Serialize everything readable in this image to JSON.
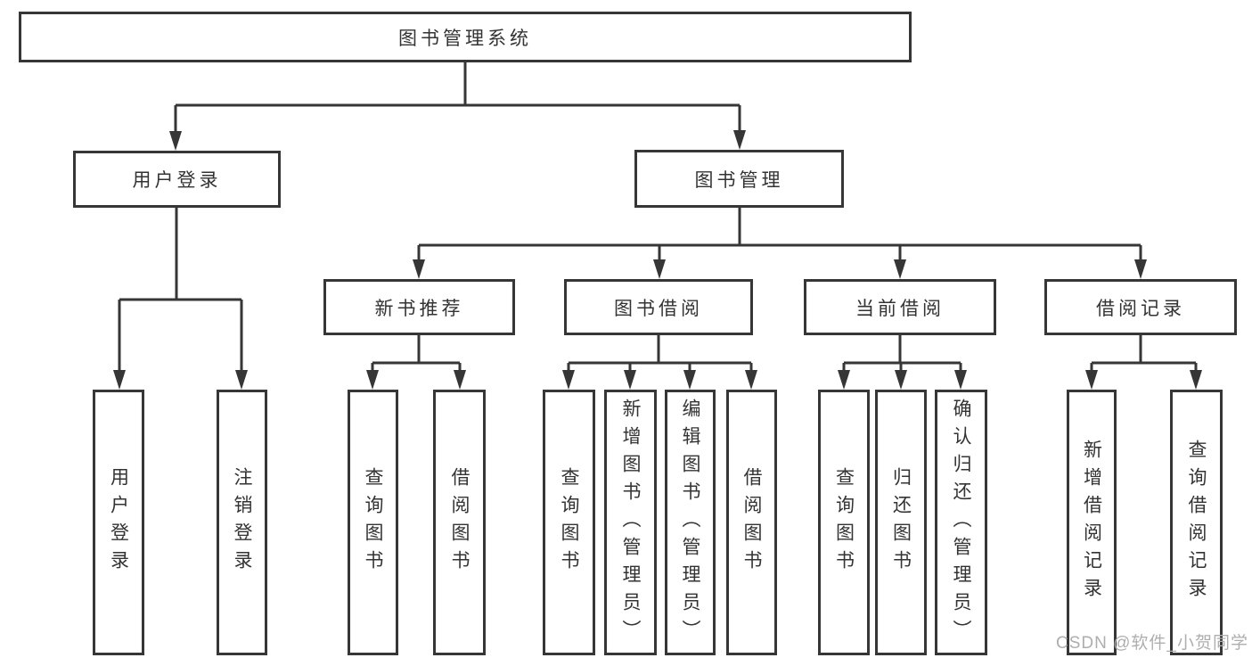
{
  "diagram": {
    "root": {
      "label": "图书管理系统"
    },
    "level2": {
      "user_login": {
        "label": "用户登录"
      },
      "book_management": {
        "label": "图书管理"
      }
    },
    "level3": {
      "new_book_recommend": {
        "label": "新书推荐"
      },
      "book_borrow": {
        "label": "图书借阅"
      },
      "current_borrow": {
        "label": "当前借阅"
      },
      "borrow_record": {
        "label": "借阅记录"
      }
    },
    "leaves": {
      "user_login": [
        "用户登录",
        "注销登录"
      ],
      "new_book_recommend": [
        "查询图书",
        "借阅图书"
      ],
      "book_borrow": [
        "查询图书",
        "新增图书（管理员）",
        "编辑图书（管理员）",
        "借阅图书"
      ],
      "current_borrow": [
        "查询图书",
        "归还图书",
        "确认归还（管理员）"
      ],
      "borrow_record": [
        "新增借阅记录",
        "查询借阅记录"
      ]
    }
  },
  "watermark": {
    "text": "CSDN @软件_小贺同学",
    "color": "#aeaeae"
  },
  "colors": {
    "line": "#363636",
    "text": "#333333",
    "background": "#ffffff"
  }
}
